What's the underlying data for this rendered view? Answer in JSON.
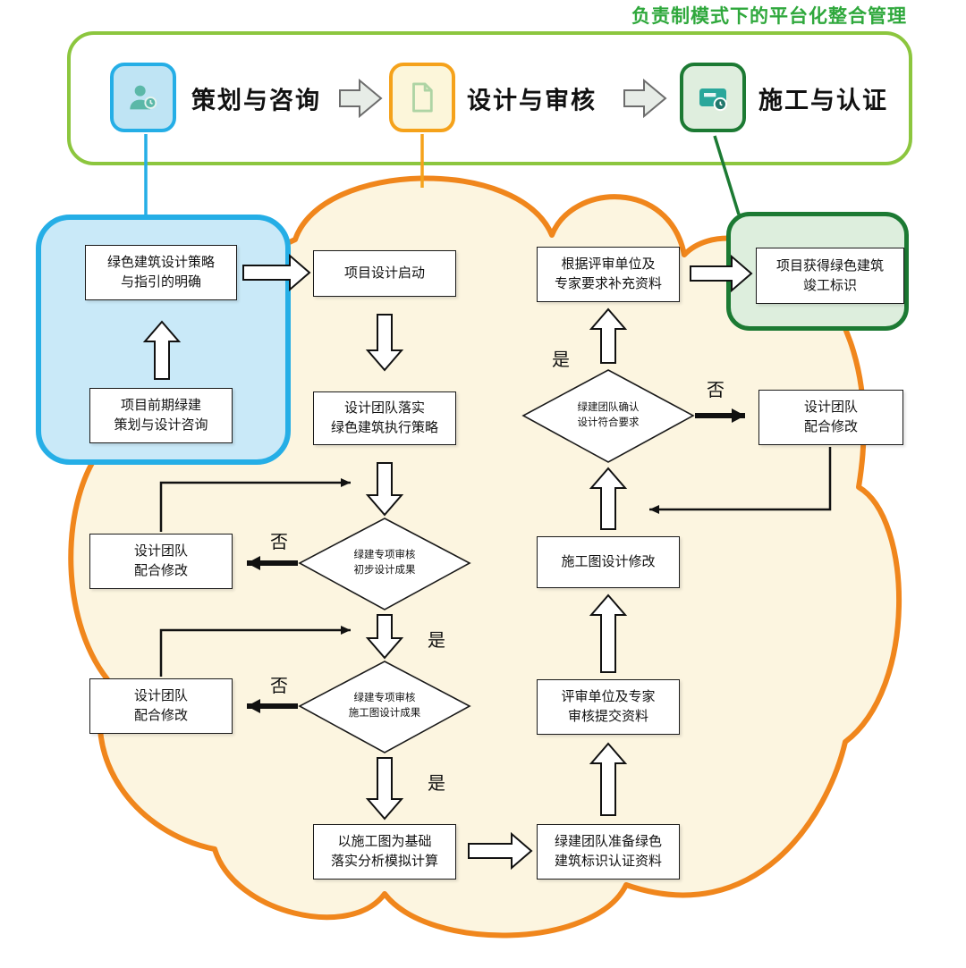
{
  "title": "负责制模式下的平台化整合管理",
  "phases": {
    "planning": "策划与咨询",
    "design": "设计与审核",
    "construction": "施工与认证"
  },
  "nodes": {
    "strategy": "绿色建筑设计策略\n与指引的明确",
    "pre_consult": "项目前期绿建\n策划与设计咨询",
    "design_start": "项目设计启动",
    "team_implement": "设计团队落实\n绿色建筑执行策略",
    "modify_left1": "设计团队\n配合修改",
    "modify_left2": "设计团队\n配合修改",
    "simulation": "以施工图为基础\n落实分析模拟计算",
    "prepare_materials": "绿建团队准备绿色\n建筑标识认证资料",
    "expert_review": "评审单位及专家\n审核提交资料",
    "drawing_modify": "施工图设计修改",
    "supplement": "根据评审单位及\n专家要求补充资料",
    "modify_right": "设计团队\n配合修改",
    "final": "项目获得绿色建筑\n竣工标识"
  },
  "decisions": {
    "prelim": "绿建专项审核\n初步设计成果",
    "construction_drawing": "绿建专项审核\n施工图设计成果",
    "confirm": "绿建团队确认\n设计符合要求"
  },
  "labels": {
    "no": "否",
    "yes": "是"
  },
  "colors": {
    "title_green": "#2fa83c",
    "bar_border": "#8cc63e",
    "blue": "#25aee6",
    "orange": "#f5a21b",
    "dark_green": "#1c7a33",
    "cloud_stroke": "#f0861c",
    "cloud_fill": "#fcf5e0",
    "icon_teal": "#5bb8a8"
  },
  "icons": {
    "planning": "person-icon",
    "design": "document-icon",
    "construction": "construction-card-icon"
  }
}
